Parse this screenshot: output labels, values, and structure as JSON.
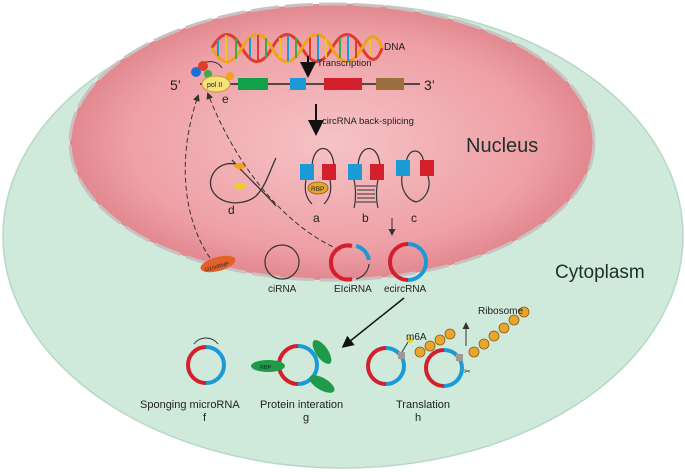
{
  "regions": {
    "nucleus": "Nucleus",
    "cytoplasm": "Cytoplasm"
  },
  "top": {
    "dna": "DNA",
    "transcription": "Transcription",
    "five_prime": "5’",
    "three_prime": "3’",
    "pol": "pol II",
    "backsplice": "circRNA back-splicing"
  },
  "letters": {
    "a": "a",
    "b": "b",
    "c": "c",
    "d": "d",
    "e": "e",
    "f": "f",
    "g": "g",
    "h": "h"
  },
  "rbp": "RBP",
  "circ_types": {
    "ciRNA": "ciRNA",
    "EIciRNA": "EIciRNA",
    "ecircRNA": "ecircRNA"
  },
  "snrnp": "U1snRNP",
  "functions": {
    "sponging": "Sponging microRNA",
    "protein": "Protein interation",
    "translation": "Translation",
    "m6a": "m6A",
    "ribosome": "Ribosome"
  },
  "colors": {
    "cytoplasm": "#cfe9da",
    "nucleus_center": "#f2b5b9",
    "nucleus_edge": "#e07f86",
    "exon_green": "#13a04a",
    "exon_blue": "#1c9ad6",
    "exon_red": "#d4202d",
    "exon_brown": "#9c6f3f",
    "protein_green": "#1e9a48",
    "snrnp_orange": "#e2622a",
    "ribosome_yellow": "#e8a62b"
  }
}
